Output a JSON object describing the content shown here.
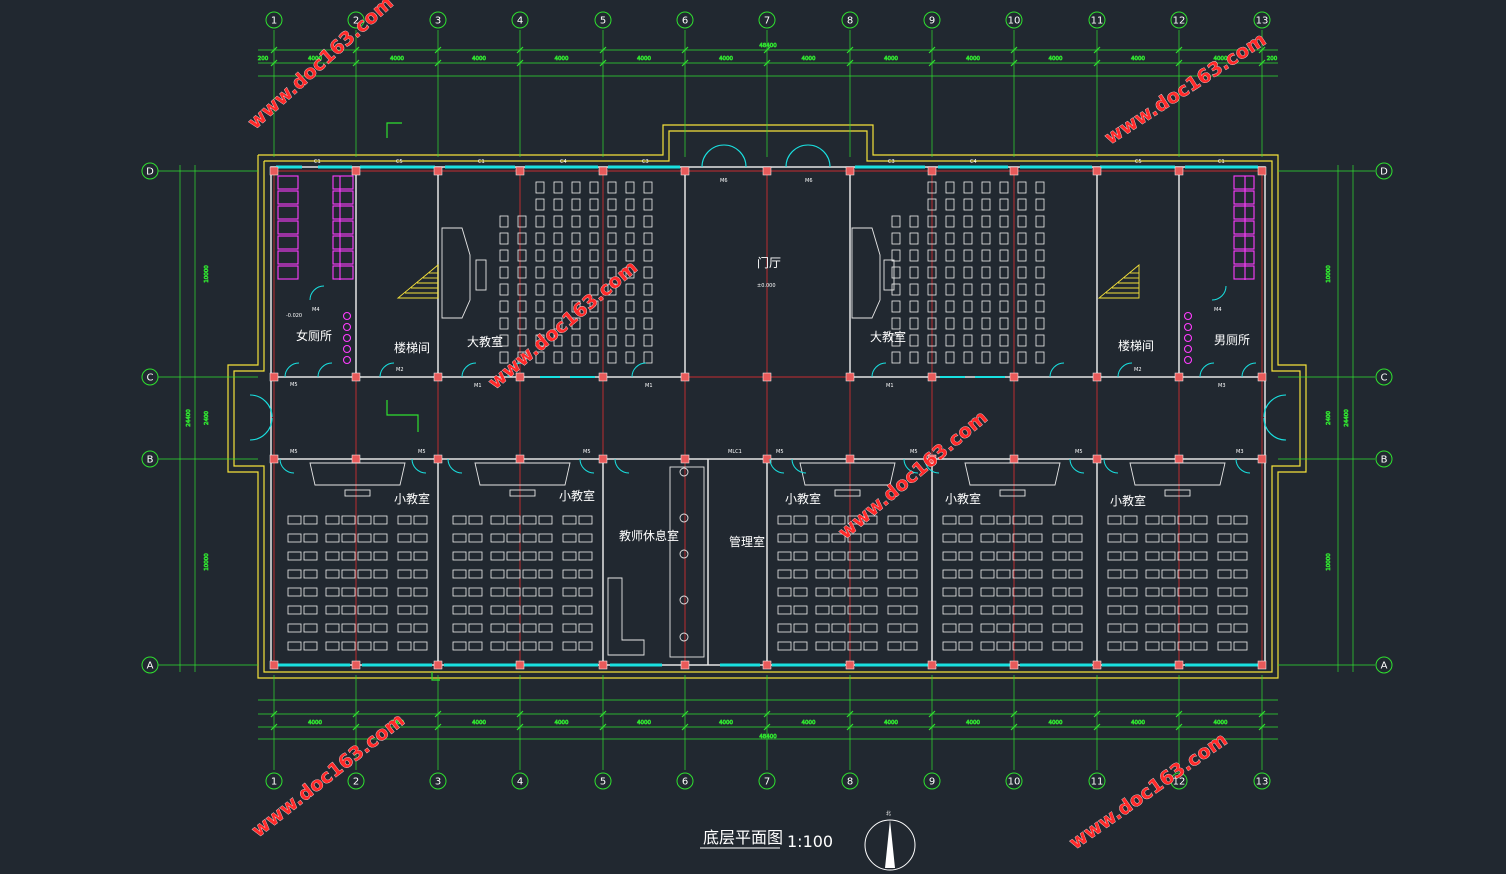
{
  "drawing": {
    "title": "底层平面图",
    "scale": "1:100",
    "north_label": "北",
    "elevation_hall": "±0.000",
    "elevation_toilet": "-0.020"
  },
  "axes": {
    "columns": [
      "1",
      "2",
      "3",
      "4",
      "5",
      "6",
      "7",
      "8",
      "9",
      "10",
      "11",
      "12",
      "13"
    ],
    "rows": [
      "D",
      "C",
      "B",
      "A"
    ]
  },
  "dimensions": {
    "total_length": "48400",
    "top_bays": [
      "4000",
      "4000",
      "4000",
      "4000",
      "4000",
      "4000",
      "4000",
      "4000",
      "4000",
      "4000",
      "4000",
      "4000"
    ],
    "bottom_bays": [
      "4000",
      "4000",
      "4000",
      "4000",
      "4000",
      "4000",
      "4000",
      "4000",
      "4000",
      "4000",
      "4000",
      "4000"
    ],
    "edge_offset": "200",
    "left_spans": [
      "10000",
      "2400",
      "10000"
    ],
    "total_depth": "24400"
  },
  "rooms": {
    "womens_toilet": "女厕所",
    "mens_toilet": "男厕所",
    "stair_left": "楼梯间",
    "stair_right": "楼梯间",
    "lecture_left": "大教室",
    "lecture_right": "大教室",
    "entrance_hall": "门厅",
    "classroom_1": "小教室",
    "classroom_2": "小教室",
    "teacher_lounge": "教师休息室",
    "admin_office": "管理室",
    "classroom_3": "小教室",
    "classroom_4": "小教室",
    "classroom_5": "小教室"
  },
  "openings": {
    "window_labels": [
      "C1",
      "C5",
      "C1",
      "C4",
      "C3",
      "C3",
      "C4",
      "C5",
      "C1"
    ],
    "door_labels": [
      "M5",
      "M2",
      "M1",
      "M1",
      "M6",
      "M6",
      "M1",
      "M2",
      "M3",
      "M5",
      "M5",
      "M5",
      "M5",
      "M5",
      "M5",
      "M3",
      "MLC1",
      "M4",
      "M4"
    ]
  },
  "watermark": "www.doc163.com",
  "colors": {
    "background": "#212830",
    "axis": "#2fe02f",
    "grid": "#ff2f2f",
    "wall": "#e6e6e6",
    "window": "#19e1e1",
    "outline": "#f5e23a",
    "fixture": "#ff3cff"
  }
}
